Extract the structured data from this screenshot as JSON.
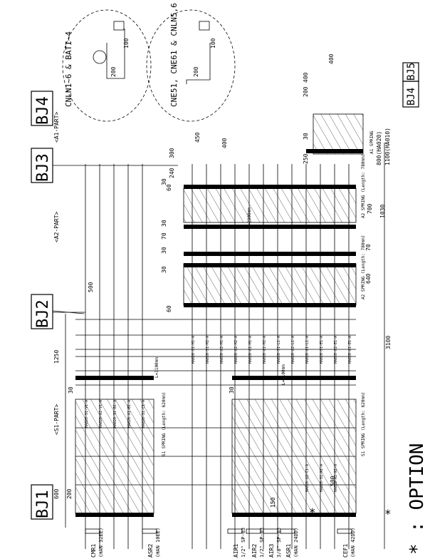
{
  "bj_labels": [
    "BJ1",
    "BJ2",
    "BJ3",
    "BJ4",
    "BJ4",
    "BJ5"
  ],
  "part_labels": [
    "<S1-PART>",
    "<A2-PART>",
    "<A1-PART>"
  ],
  "option_note": "* : OPTION",
  "devices": [
    {
      "name": "CMR1",
      "sub": "(HAN 32EE)"
    },
    {
      "name": "ASR2",
      "sub": "(HAN 10EE)"
    },
    {
      "name": "AIR1",
      "sub": "1/2\" SP-03"
    },
    {
      "name": "AIR2",
      "sub": "1/2\" SP-03"
    },
    {
      "name": "AIR3",
      "sub": "3/8\" SP-03"
    },
    {
      "name": "ASR1",
      "sub": "(HAN 24DD)"
    },
    {
      "name": "CEF1",
      "sub": "(HAN 42DD)"
    }
  ],
  "bubbles": [
    "CNLN1~6 & BATI~4",
    "CNE51, CNE61 & CNLN5,6"
  ],
  "dims": {
    "total": "3100",
    "d1250": "1250",
    "d600": "600",
    "d200": "200",
    "d60a": "60",
    "d60b": "60",
    "d30a": "30",
    "d30b": "30",
    "d30c": "30",
    "d30d": "30",
    "d30e": "30",
    "d30f": "30",
    "d30g": "30",
    "d70a": "70",
    "d70b": "70",
    "d700": "700",
    "d1030": "1030",
    "d640": "640",
    "d800": "800(HA020)",
    "d1100": "1100(HA010)",
    "d500a": "500",
    "d500b": "500",
    "d450": "450",
    "d400a": "400",
    "d400b": "400",
    "d400c": "400",
    "d300": "300",
    "d250": "250",
    "d240": "240",
    "d150": "150",
    "d100a": "100",
    "d100b": "100",
    "d200a": "200",
    "d200b": "200",
    "d200c": "200"
  },
  "springs": [
    "S1 SPRING (Length: 620mm)",
    "A2 SPRING (Length: 780mm)",
    "A2 SPRING (Length: 780mm)",
    "A1 SPRING"
  ],
  "cable_labels": [
    "HA020-S1-M1-A",
    "HA020-S1-M2-A",
    "HA020-A2-M1-A",
    "HA020-A2-M2-A",
    "HA020-A1-M1-A",
    "HA020-A1-M2-A",
    "HA020-S1-L1-A",
    "HA020-A2-L1-A",
    "HA020-A1-L1-A",
    "HA020-S1-E1-A",
    "HA020-A2-E1-A",
    "HA020-A1-E1-A",
    "HA020-S1-V1-A",
    "HA020-A2-V1-A",
    "HA020-S1-B1-A",
    "HA020-A1-B1-A",
    "HA020-S1-C1-A",
    "HA020-A2-C1-A",
    "HA020-S1-N1-A",
    "HA020-A2-N1-A"
  ],
  "note_labels": [
    "L=3100mm",
    "L=3100mm",
    "L=2900mm"
  ]
}
